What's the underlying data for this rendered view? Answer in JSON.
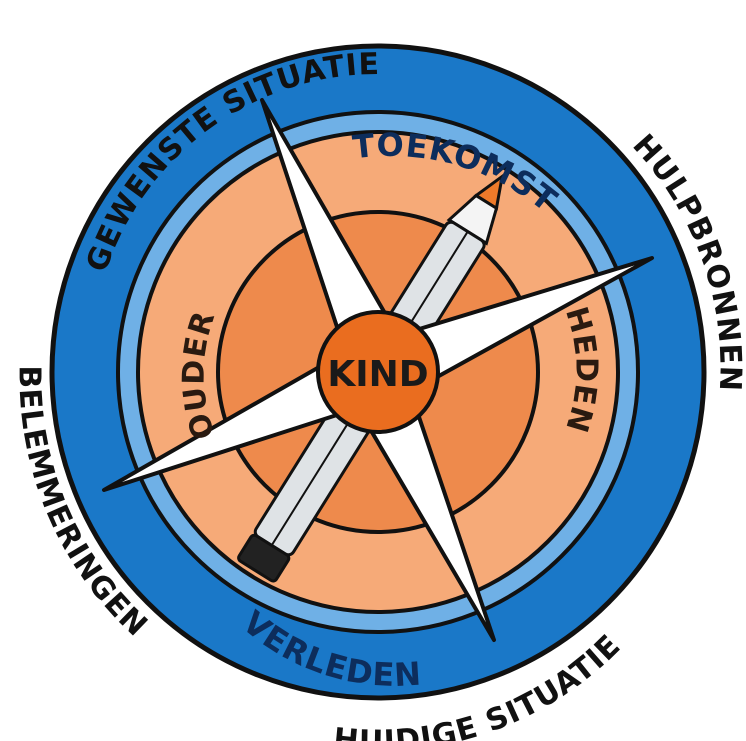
{
  "outer_labels": {
    "top_left": "GEWENSTE SITUATIE",
    "top_right": "HULPBRONNEN",
    "bottom_right": "HUIDIGE SITUATIE",
    "bottom_left": "BELEMMERINGEN"
  },
  "blue_ring_labels": {
    "top": "TOEKOMST",
    "bottom": "VERLEDEN"
  },
  "orange_ring_labels": {
    "left": "OUDER",
    "right": "HEDEN"
  },
  "center_label": "KIND",
  "colors": {
    "outer_blue": "#1a78c8",
    "light_blue": "#6fb0e6",
    "light_orange": "#f6aa78",
    "mid_orange": "#ee8a4c",
    "center_orange": "#ea6d1f",
    "outline": "#111111",
    "needle_white": "#ffffff",
    "pencil_fill": "#dfe3e6"
  }
}
